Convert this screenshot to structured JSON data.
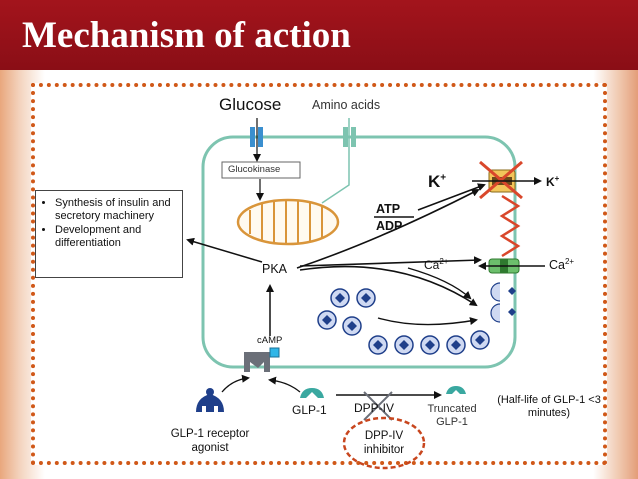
{
  "slide": {
    "title": "Mechanism of action"
  },
  "diagram": {
    "inputs": {
      "glucose": "Glucose",
      "amino_acids": "Amino acids"
    },
    "cell": {
      "glucokinase": "Glucokinase",
      "atp": "ATP",
      "adp": "ADP",
      "k_inside": "K",
      "k_outside": "K",
      "k_charge": "+",
      "ca_inside": "Ca",
      "ca_outside": "Ca",
      "ca_charge": "2+",
      "pka": "PKA",
      "camp": "cAMP"
    },
    "effects": {
      "items": [
        "Synthesis of insulin and secretory machinery",
        "Development and differentiation"
      ]
    },
    "bottom": {
      "receptor_agonist": "GLP-1 receptor agonist",
      "glp1": "GLP-1",
      "dpp4": "DPP-IV",
      "truncated": "Truncated GLP-1",
      "half_life": "(Half-life of GLP-1 <3 minutes)",
      "inhibitor": "DPP-IV inhibitor"
    }
  },
  "colors": {
    "header": "#9b111a",
    "frame_dots": "#d05818",
    "cell_membrane": "#7dc4b0",
    "channel_blue": "#3a8fcf",
    "mitochondrion": "#d9953a",
    "granule": "#1f3f8a",
    "cross": "#d9472b",
    "highlight_circle": "#c8461e"
  }
}
